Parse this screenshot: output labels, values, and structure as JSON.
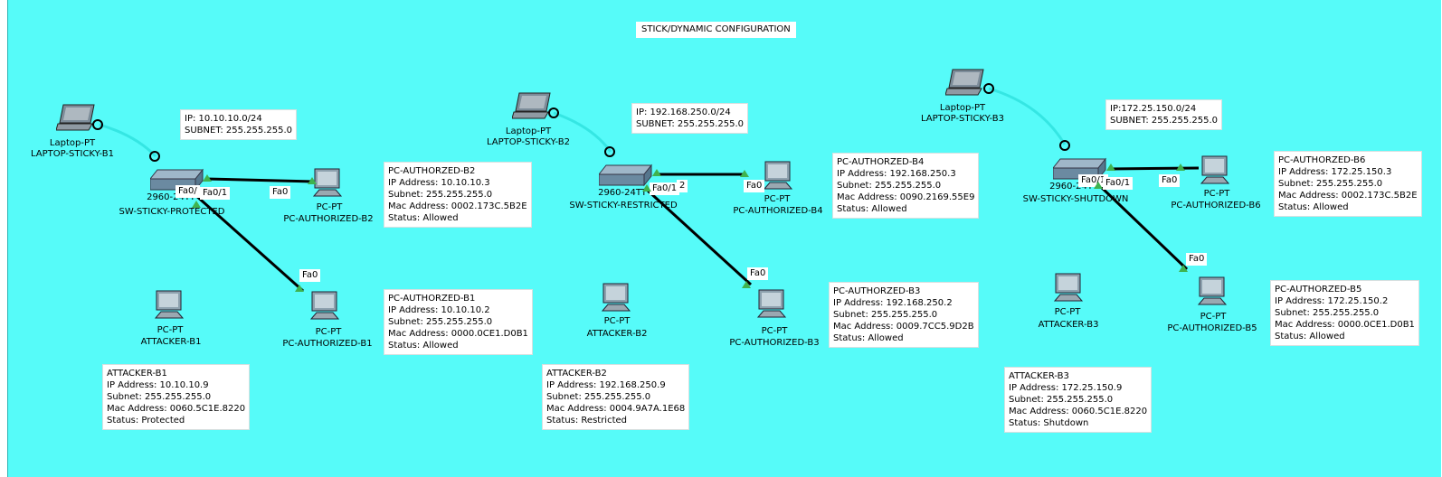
{
  "title": "STICK/DYNAMIC CONFIGURATION",
  "colors": {
    "workspace": "#56fbf9",
    "link": "#000000",
    "console": "#35e6e3",
    "link_up": "#3fb34f"
  },
  "icons": {
    "laptop": "laptop-icon",
    "switch": "switch-icon",
    "pc": "pc-icon"
  },
  "segments": [
    {
      "laptop": {
        "type": "Laptop-PT",
        "name": "LAPTOP-STICKY-B1"
      },
      "switch": {
        "type": "2960-24TT",
        "name": "SW-STICKY-PROTECTED"
      },
      "subnet": {
        "ip": "IP: 10.10.10.0/24",
        "mask": "SUBNET: 255.255.255.0"
      },
      "pc_top": {
        "type": "PC-PT",
        "name": "PC-AUTHORIZED-B2"
      },
      "pc_bottom": {
        "type": "PC-PT",
        "name": "PC-AUTHORIZED-B1"
      },
      "attacker": {
        "type": "PC-PT",
        "name": "ATTACKER-B1"
      },
      "ports": {
        "sw_top": "Fa0/1",
        "sw_bottom": "Fa0/",
        "pc_top": "Fa0",
        "pc_bottom": "Fa0"
      },
      "info_top": [
        "PC-AUTHORZED-B2",
        "IP Address: 10.10.10.3",
        "Subnet: 255.255.255.0",
        "Mac Address: 0002.173C.5B2E",
        "Status: Allowed"
      ],
      "info_bottom": [
        "PC-AUTHORZED-B1",
        "IP Address: 10.10.10.2",
        "Subnet: 255.255.255.0",
        "Mac Address: 0000.0CE1.D0B1",
        "Status: Allowed"
      ],
      "info_attacker": [
        "ATTACKER-B1",
        "IP Address: 10.10.10.9",
        "Subnet: 255.255.255.0",
        "Mac Address: 0060.5C1E.8220",
        "Status: Protected"
      ]
    },
    {
      "laptop": {
        "type": "Laptop-PT",
        "name": "LAPTOP-STICKY-B2"
      },
      "switch": {
        "type": "2960-24TT",
        "name": "SW-STICKY-RESTRICTED"
      },
      "subnet": {
        "ip": "IP: 192.168.250.0/24",
        "mask": "SUBNET: 255.255.255.0"
      },
      "pc_top": {
        "type": "PC-PT",
        "name": "PC-AUTHORIZED-B4"
      },
      "pc_bottom": {
        "type": "PC-PT",
        "name": "PC-AUTHORIZED-B3"
      },
      "attacker": {
        "type": "PC-PT",
        "name": "ATTACKER-B2"
      },
      "ports": {
        "sw_top": "2",
        "sw_bottom": "Fa0/1",
        "pc_top": "Fa0",
        "pc_bottom": "Fa0"
      },
      "info_top": [
        "PC-AUTHORZED-B4",
        "IP Address: 192.168.250.3",
        "Subnet: 255.255.255.0",
        "Mac Address: 0090.2169.55E9",
        "Status: Allowed"
      ],
      "info_bottom": [
        "PC-AUTHORZED-B3",
        "IP Address: 192.168.250.2",
        "Subnet: 255.255.255.0",
        "Mac Address: 0009.7CC5.9D2B",
        "Status: Allowed"
      ],
      "info_attacker": [
        "ATTACKER-B2",
        "IP Address: 192.168.250.9",
        "Subnet: 255.255.255.0",
        "Mac Address: 0004.9A7A.1E68",
        "Status: Restricted"
      ]
    },
    {
      "laptop": {
        "type": "Laptop-PT",
        "name": "LAPTOP-STICKY-B3"
      },
      "switch": {
        "type": "2960-24TT",
        "name": "SW-STICKY-SHUTDOWN"
      },
      "subnet": {
        "ip": "IP:172.25.150.0/24",
        "mask": "SUBNET: 255.255.255.0"
      },
      "pc_top": {
        "type": "PC-PT",
        "name": "PC-AUTHORIZED-B6"
      },
      "pc_bottom": {
        "type": "PC-PT",
        "name": "PC-AUTHORIZED-B5"
      },
      "attacker": {
        "type": "PC-PT",
        "name": "ATTACKER-B3"
      },
      "ports": {
        "sw_top": "Fa0/1",
        "sw_bottom": "Fa0/1",
        "pc_top": "Fa0",
        "pc_bottom": "Fa0"
      },
      "info_top": [
        "PC-AUTHORZED-B6",
        "IP Address: 172.25.150.3",
        "Subnet: 255.255.255.0",
        "Mac Address: 0002.173C.5B2E",
        "Status: Allowed"
      ],
      "info_bottom": [
        "PC-AUTHORZED-B5",
        "IP Address: 172.25.150.2",
        "Subnet: 255.255.255.0",
        "Mac Address: 0000.0CE1.D0B1",
        "Status: Allowed"
      ],
      "info_attacker": [
        "ATTACKER-B3",
        "IP Address: 172.25.150.9",
        "Subnet: 255.255.255.0",
        "Mac Address: 0060.5C1E.8220",
        "Status: Shutdown"
      ]
    }
  ]
}
